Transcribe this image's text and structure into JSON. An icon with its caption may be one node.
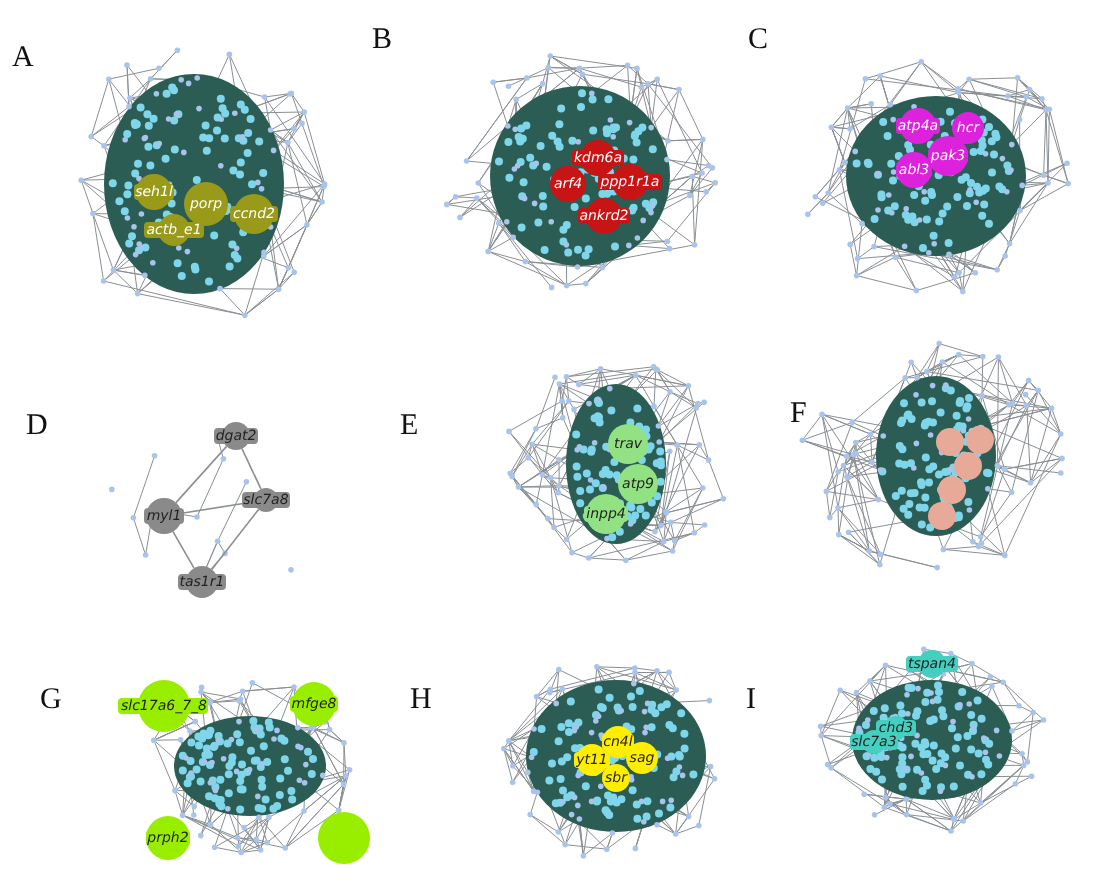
{
  "diagram": {
    "nodes": [
      {
        "text": [
          "seh1l"
        ]
      },
      {
        "text": [
          "porp"
        ]
      },
      {
        "text": [
          "ccnd2"
        ]
      },
      {
        "text": [
          "actb_e1"
        ]
      },
      {
        "text": [
          "kdm6a"
        ]
      },
      {
        "text": [
          "arf4"
        ]
      },
      {
        "text": [
          "ppp1r1a"
        ]
      },
      {
        "text": [
          "ankrd2"
        ]
      },
      {
        "text": [
          "atp4a"
        ]
      },
      {
        "text": [
          "hcr"
        ]
      },
      {
        "text": [
          "pak3"
        ]
      },
      {
        "text": [
          "abl3"
        ]
      },
      {
        "text": [
          "dgat2"
        ]
      },
      {
        "text": [
          "slc7a8"
        ]
      },
      {
        "text": [
          "myl1"
        ]
      },
      {
        "text": [
          "tas1r1"
        ]
      },
      {
        "text": [
          "trav"
        ]
      },
      {
        "text": [
          "atp9"
        ]
      },
      {
        "text": [
          "inpp4"
        ]
      },
      {
        "text": [],
        "shape": "circle"
      },
      {
        "text": [],
        "shape": "circle"
      },
      {
        "text": [],
        "shape": "circle"
      },
      {
        "text": [],
        "shape": "circle"
      },
      {
        "text": [],
        "shape": "circle"
      },
      {
        "text": [
          "slc17a6_7_8"
        ]
      },
      {
        "text": [
          "mfge8"
        ]
      },
      {
        "text": [
          "prph2"
        ]
      },
      {
        "text": [],
        "shape": "circle"
      },
      {
        "text": [
          "cn4l"
        ]
      },
      {
        "text": [
          "yt11"
        ]
      },
      {
        "text": [
          "sag"
        ]
      },
      {
        "text": [
          "sbr"
        ]
      },
      {
        "text": [
          "tspan4"
        ]
      },
      {
        "text": [
          "chd3"
        ]
      },
      {
        "text": [
          "slc7a3"
        ]
      }
    ],
    "edges": [
      {
        "from": 12,
        "to": 14,
        "arrow": "none"
      },
      {
        "from": 12,
        "to": 13,
        "arrow": "none"
      },
      {
        "from": 14,
        "to": 13,
        "arrow": "none"
      },
      {
        "from": 14,
        "to": 15,
        "arrow": "none"
      },
      {
        "from": 13,
        "to": 15,
        "arrow": "none"
      }
    ],
    "labels": [
      "A",
      "B",
      "C",
      "D",
      "E",
      "F",
      "G",
      "H",
      "I"
    ]
  }
}
